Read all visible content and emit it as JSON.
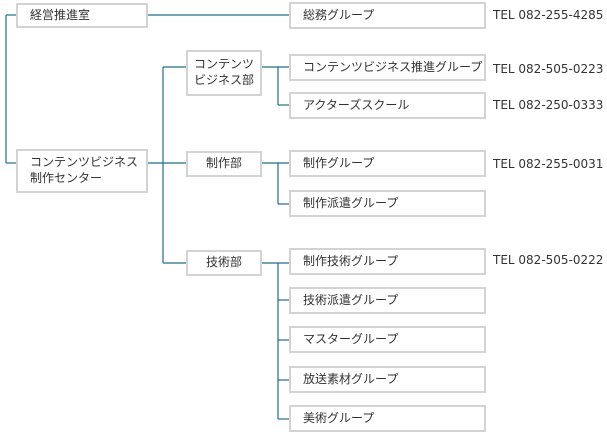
{
  "nodes": {
    "keiei": "経営推進室",
    "center": "コンテンツビジネス\n制作センター",
    "content_dept": "コンテンツ\nビジネス部",
    "seisaku_dept": "制作部",
    "gijutsu_dept": "技術部",
    "somu": "総務グループ",
    "content_group": "コンテンツビジネス推進グループ",
    "actors": "アクターズスクール",
    "seisaku_group": "制作グループ",
    "seisaku_haken": "制作派遣グループ",
    "seisaku_gijutsu": "制作技術グループ",
    "gijutsu_haken": "技術派遣グループ",
    "master": "マスターグループ",
    "hoso_sozai": "放送素材グループ",
    "bijutsu": "美術グループ"
  },
  "phones": {
    "somu": "TEL 082-255-4285",
    "content_group": "TEL 082-505-0223",
    "actors": "TEL 082-250-0333",
    "seisaku_group": "TEL 082-255-0031",
    "seisaku_gijutsu": "TEL 082-505-0222"
  }
}
